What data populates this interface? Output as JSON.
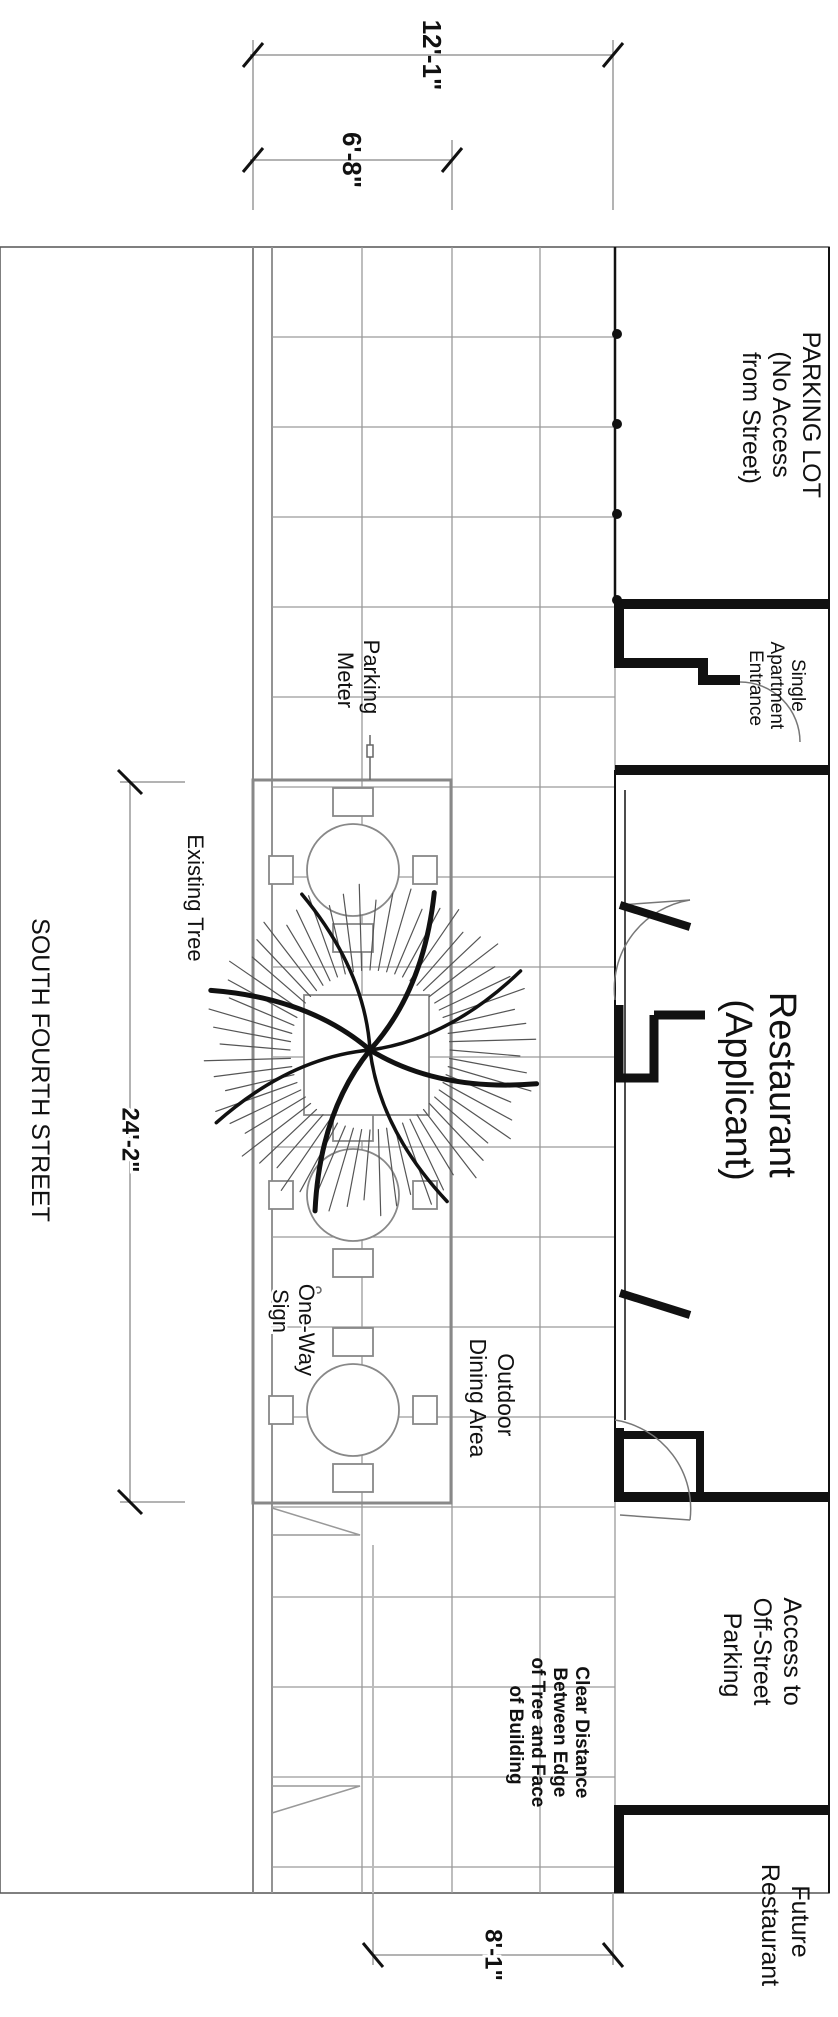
{
  "dimensions": {
    "top_overall": "12'-1\"",
    "top_inner": "6'-8\"",
    "dining_length": "24'-2\"",
    "clearance": "8'-1\""
  },
  "labels": {
    "parking_lot": [
      "PARKING LOT",
      "(No Access",
      "from Street)"
    ],
    "apartment_entrance": [
      "Single",
      "Apartment",
      "Entrance"
    ],
    "restaurant": [
      "Restaurant",
      "(Applicant)"
    ],
    "offstreet_access": [
      "Access to",
      "Off-Street",
      "Parking"
    ],
    "future_restaurant": [
      "Future",
      "Restaurant"
    ],
    "clear_distance": [
      "Clear Distance",
      "Between Edge",
      "of Tree and Face",
      "of Building"
    ],
    "parking_meter": [
      "Parking",
      "Meter"
    ],
    "existing_tree": "Existing Tree",
    "outdoor_dining": [
      "Outdoor",
      "Dining Area"
    ],
    "one_way_sign": [
      "One-Way",
      "Sign"
    ],
    "street": "SOUTH FOURTH STREET"
  },
  "colors": {
    "line": "#111111",
    "grid": "#9a9a9a",
    "furniture": "#888888"
  }
}
